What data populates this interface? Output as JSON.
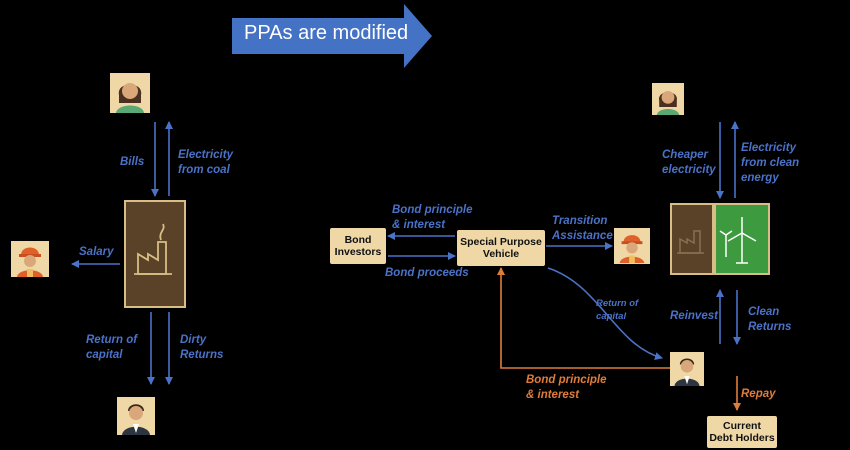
{
  "banner": {
    "text": "PPAs are modified"
  },
  "left": {
    "bills": "Bills",
    "electricity_coal": "Electricity\nfrom coal",
    "salary": "Salary",
    "return_of_capital": "Return of\ncapital",
    "dirty_returns": "Dirty\nReturns"
  },
  "middle": {
    "bond_investors": "Bond\nInvestors",
    "spv": "Special Purpose\nVehicle",
    "bond_principle_interest": "Bond principle\n& interest",
    "bond_proceeds": "Bond proceeds",
    "transition_assistance": "Transition\nAssistance",
    "return_of_capital": "Return of\ncapital",
    "bond_principle_interest_orange": "Bond principle\n& interest"
  },
  "right": {
    "cheaper_electricity": "Cheaper\nelectricity",
    "electricity_clean": "Electricity\nfrom clean\nenergy",
    "reinvest": "Reinvest",
    "clean_returns": "Clean\nReturns",
    "repay": "Repay",
    "current_debt_holders": "Current\nDebt Holders"
  },
  "colors": {
    "arrow_blue": "#4a72c8",
    "arrow_orange": "#e07c3a",
    "box_fill": "#efd8a6",
    "banner_blue": "#4472c4"
  }
}
